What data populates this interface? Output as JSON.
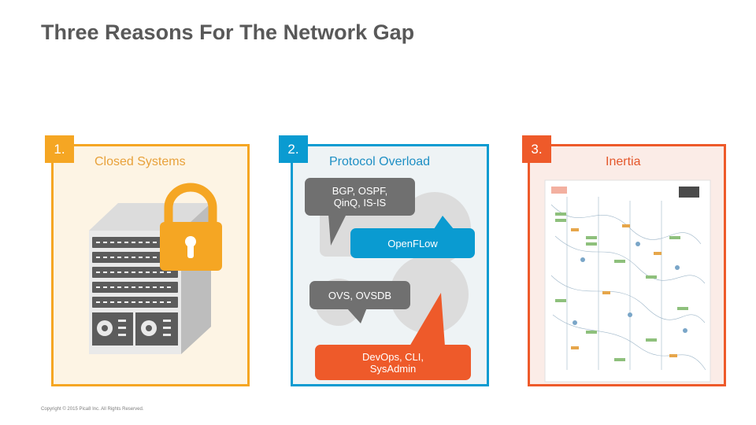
{
  "slide": {
    "title": "Three Reasons For The Network Gap",
    "copyright": "Copyright © 2015 Pica8 Inc. All Rights Reserved."
  },
  "panels": [
    {
      "number": "1.",
      "title": "Closed Systems",
      "icons": [
        "switch-chassis-icon",
        "padlock-icon"
      ]
    },
    {
      "number": "2.",
      "title": "Protocol Overload",
      "bubbles": [
        "BGP, OSPF, QinQ, IS-IS",
        "OpenFLow",
        "OVS, OVSDB",
        "DevOps, CLI, SysAdmin"
      ]
    },
    {
      "number": "3.",
      "title": "Inertia",
      "image": "complex-network-diagram"
    }
  ],
  "colors": {
    "orange_accent": "#f5a623",
    "blue_accent": "#0a9bd1",
    "red_accent": "#ee5a2a",
    "gray_bubble": "#707070"
  }
}
